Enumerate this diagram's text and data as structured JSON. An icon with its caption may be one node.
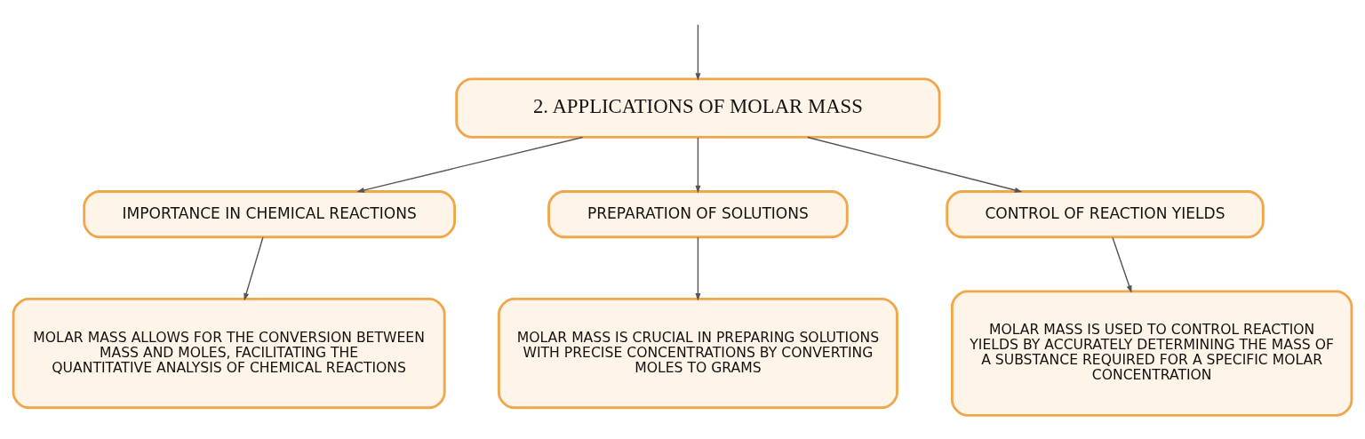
{
  "diagram": {
    "nodes": [
      {
        "text": [
          "2. APPLICATIONS OF MOLAR MASS"
        ]
      },
      {
        "text": [
          "IMPORTANCE IN CHEMICAL REACTIONS"
        ]
      },
      {
        "text": [
          "PREPARATION OF SOLUTIONS"
        ]
      },
      {
        "text": [
          "CONTROL OF REACTION YIELDS"
        ]
      },
      {
        "text": [
          "MOLAR MASS ALLOWS FOR THE CONVERSION BETWEEN MASS AND MOLES, FACILITATING THE QUANTITATIVE ANALYSIS OF CHEMICAL REACTIONS"
        ]
      },
      {
        "text": [
          "MOLAR MASS IS CRUCIAL IN PREPARING SOLUTIONS WITH PRECISE CONCENTRATIONS BY CONVERTING MOLES TO GRAMS"
        ]
      },
      {
        "text": [
          "MOLAR MASS IS USED TO CONTROL REACTION YIELDS BY ACCURATELY DETERMINING THE MASS OF A SUBSTANCE REQUIRED FOR A SPECIFIC MOLAR CONCENTRATION"
        ]
      }
    ],
    "edges": [
      {
        "from": null,
        "to": 0,
        "arrow": "to"
      },
      {
        "from": 0,
        "to": 1,
        "arrow": "to"
      },
      {
        "from": 0,
        "to": 2,
        "arrow": "to"
      },
      {
        "from": 0,
        "to": 3,
        "arrow": "to"
      },
      {
        "from": 1,
        "to": 4,
        "arrow": "to"
      },
      {
        "from": 2,
        "to": 5,
        "arrow": "to"
      },
      {
        "from": 3,
        "to": 6,
        "arrow": "to"
      }
    ]
  }
}
